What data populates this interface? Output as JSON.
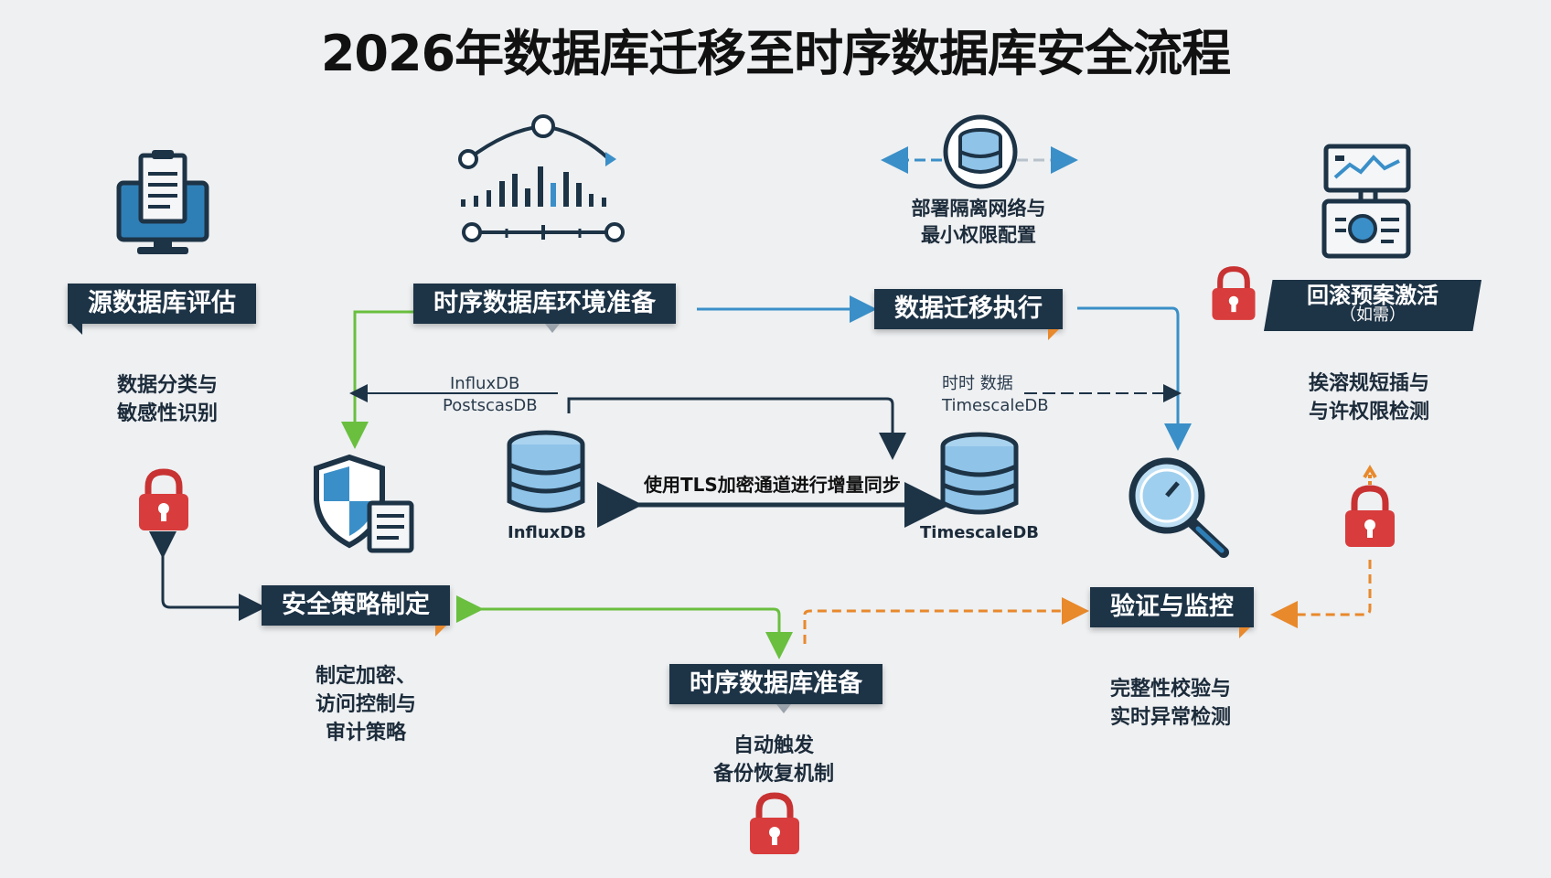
{
  "title": "2026年数据库迁移至时序数据库安全流程",
  "colors": {
    "navy": "#1d3346",
    "green": "#6abf3f",
    "blue": "#3a8fc8",
    "orange": "#e8892c",
    "red": "#d23a3a"
  },
  "steps": {
    "source_assessment": {
      "label": "源数据库评估",
      "desc": [
        "数据分类与",
        "敏感性识别"
      ]
    },
    "tsdb_env_prep": {
      "label": "时序数据库环境准备"
    },
    "deploy_isolation": {
      "desc": [
        "部署隔离网络与",
        "最小权限配置"
      ]
    },
    "migration_exec": {
      "label": "数据迁移执行"
    },
    "rollback_plan": {
      "label": "回滚预案激活",
      "sub": "（如需）"
    },
    "rollback_desc": {
      "desc": [
        "挨溶规短插与",
        "与许权限检测"
      ]
    },
    "security_policy": {
      "label": "安全策略制定",
      "desc": [
        "制定加密、",
        "访问控制与",
        "审计策略"
      ]
    },
    "tsdb_prep": {
      "label": "时序数据库准备",
      "desc": [
        "自动触发",
        "备份恢复机制"
      ]
    },
    "verify_monitor": {
      "label": "验证与监控",
      "desc": [
        "完整性校验与",
        "实时异常检测"
      ]
    }
  },
  "db_labels": {
    "left_top": [
      "InfluxDB",
      "PostscasDB"
    ],
    "right_top": [
      "时时 数据",
      "TimescaleDB"
    ],
    "influx": "InfluxDB",
    "timescale": "TimescaleDB"
  },
  "sync_label": "使用TLS加密通道进行增量同步",
  "icons": [
    "monitor-document-icon",
    "timeseries-chart-icon",
    "database-arrows-icon",
    "dashboard-monitor-icon",
    "padlock-icon",
    "shield-document-icon",
    "database-icon",
    "magnifier-icon"
  ]
}
